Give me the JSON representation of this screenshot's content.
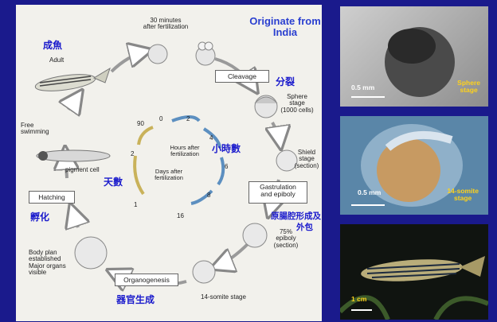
{
  "diagram": {
    "title": "Originate from India",
    "zh": {
      "adult": "成魚",
      "cleavage": "分裂",
      "hours": "小時數",
      "days": "天數",
      "hatching": "孵化",
      "gastrulation_line1": "原腸腔形成及",
      "gastrulation_line2": "外包",
      "organogenesis": "器官生成"
    },
    "labels": {
      "thirty_min_1": "30 minutes",
      "thirty_min_2": "after fertilization",
      "adult": "Adult",
      "sphere_1": "Sphere",
      "sphere_2": "stage",
      "sphere_3": "(1000 cells)",
      "shield_1": "Shield",
      "shield_2": "stage",
      "shield_3": "(section)",
      "epiboly_1": "75%",
      "epiboly_2": "epiboly",
      "epiboly_3": "(section)",
      "somite": "14-somite stage",
      "body_plan_1": "Body plan",
      "body_plan_2": "established",
      "body_plan_3": "Major organs",
      "body_plan_4": "visible",
      "free_swimming_1": "Free",
      "free_swimming_2": "swimming",
      "pigment_cell": "pigment cell",
      "hours_1": "Hours after",
      "hours_2": "fertilization",
      "days_1": "Days after",
      "days_2": "fertilization"
    },
    "boxes": {
      "cleavage": "Cleavage",
      "gastrulation_1": "Gastrulation",
      "gastrulation_2": "and epiboly",
      "organogenesis": "Organogenesis",
      "hatching": "Hatching"
    },
    "hour_ticks": [
      "0",
      "2",
      "4",
      "6",
      "8",
      "16"
    ],
    "day_ticks": [
      "90",
      "2",
      "1"
    ]
  },
  "photos": [
    {
      "scale": "0.5 mm",
      "stage_1": "Sphere",
      "stage_2": "stage"
    },
    {
      "scale": "0.5 mm",
      "stage_1": "14-somite",
      "stage_2": "stage"
    },
    {
      "scale": "1 cm"
    }
  ],
  "colors": {
    "background": "#1a1a8c",
    "zh_text": "#1a1acc",
    "title": "#2a3fd0",
    "photo_label": "#ffd21a",
    "hours_arc": "#5c8fc0",
    "days_arc": "#c9b25a"
  }
}
